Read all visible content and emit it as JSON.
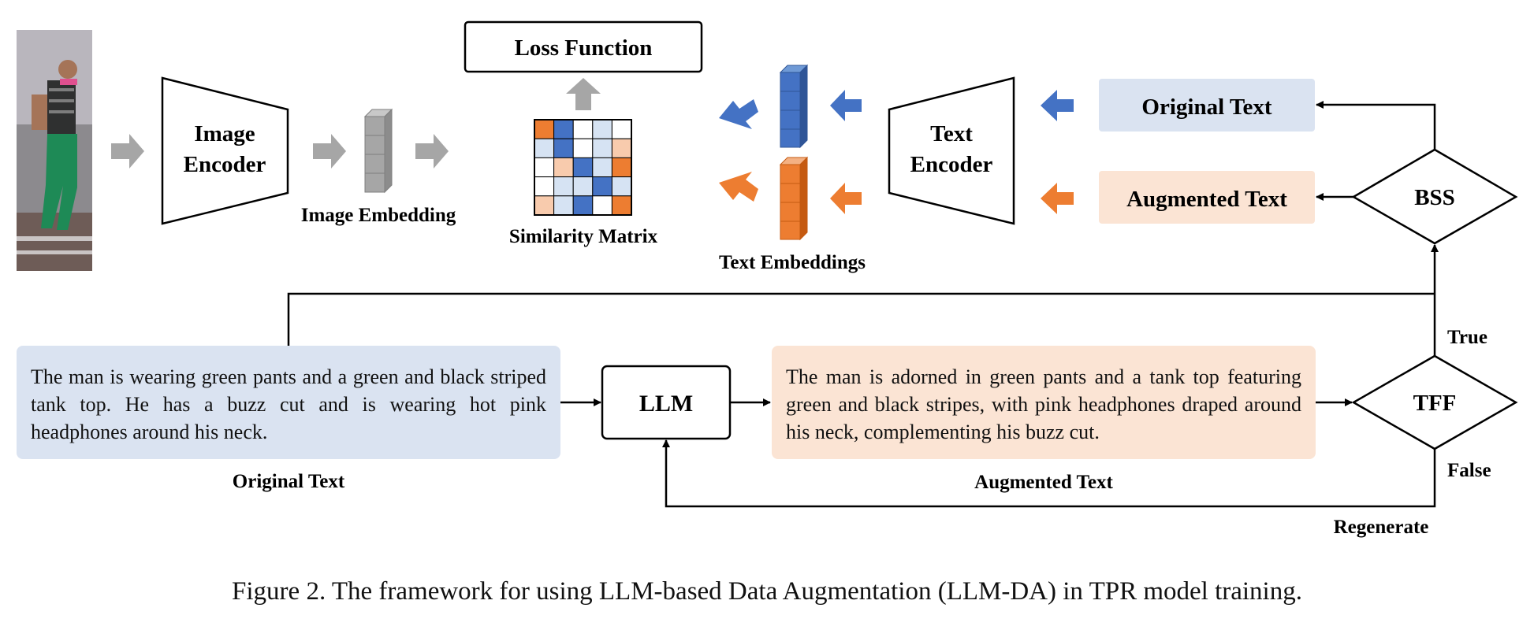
{
  "nodes": {
    "image_encoder": [
      "Image",
      "Encoder"
    ],
    "text_encoder": [
      "Text",
      "Encoder"
    ],
    "loss_function": "Loss Function",
    "llm": "LLM",
    "bss": "BSS",
    "tff": "TFF",
    "original_text_node": "Original Text",
    "augmented_text_node": "Augmented Text"
  },
  "labels": {
    "image_embedding": "Image Embedding",
    "similarity_matrix": "Similarity Matrix",
    "text_embeddings": "Text Embeddings",
    "original_text_caption": "Original Text",
    "augmented_text_caption": "Augmented Text",
    "true_label": "True",
    "false_label": "False",
    "regenerate_label": "Regenerate"
  },
  "texts": {
    "original": "The man is wearing green pants and a green and black striped tank top. He has a buzz cut and is wearing hot pink headphones around his neck.",
    "augmented": "The man is adorned in green pants and a tank top featuring green and black stripes, with pink headphones draped around his neck, complementing his buzz cut."
  },
  "similarity_matrix": [
    [
      "orange",
      "blue",
      "white",
      "lightblue",
      "white"
    ],
    [
      "lightblue",
      "blue",
      "white",
      "lightblue",
      "lightorange"
    ],
    [
      "white",
      "lightorange",
      "blue",
      "lightblue",
      "orange"
    ],
    [
      "white",
      "lightblue",
      "lightblue",
      "blue",
      "lightblue"
    ],
    [
      "lightorange",
      "lightblue",
      "blue",
      "white",
      "orange"
    ]
  ],
  "colors": {
    "blue": "#4472c4",
    "orange": "#ed7d31",
    "lightblue": "#d6e3f3",
    "lightorange": "#f8cbad",
    "mid_blue": "#6f9ad6",
    "gray_arrow": "#a6a6a6",
    "orig_bg": "#dae3f1",
    "aug_bg": "#fbe4d4",
    "white": "#ffffff"
  },
  "caption": "Figure 2. The framework for using LLM-based Data Augmentation (LLM-DA) in TPR model training."
}
